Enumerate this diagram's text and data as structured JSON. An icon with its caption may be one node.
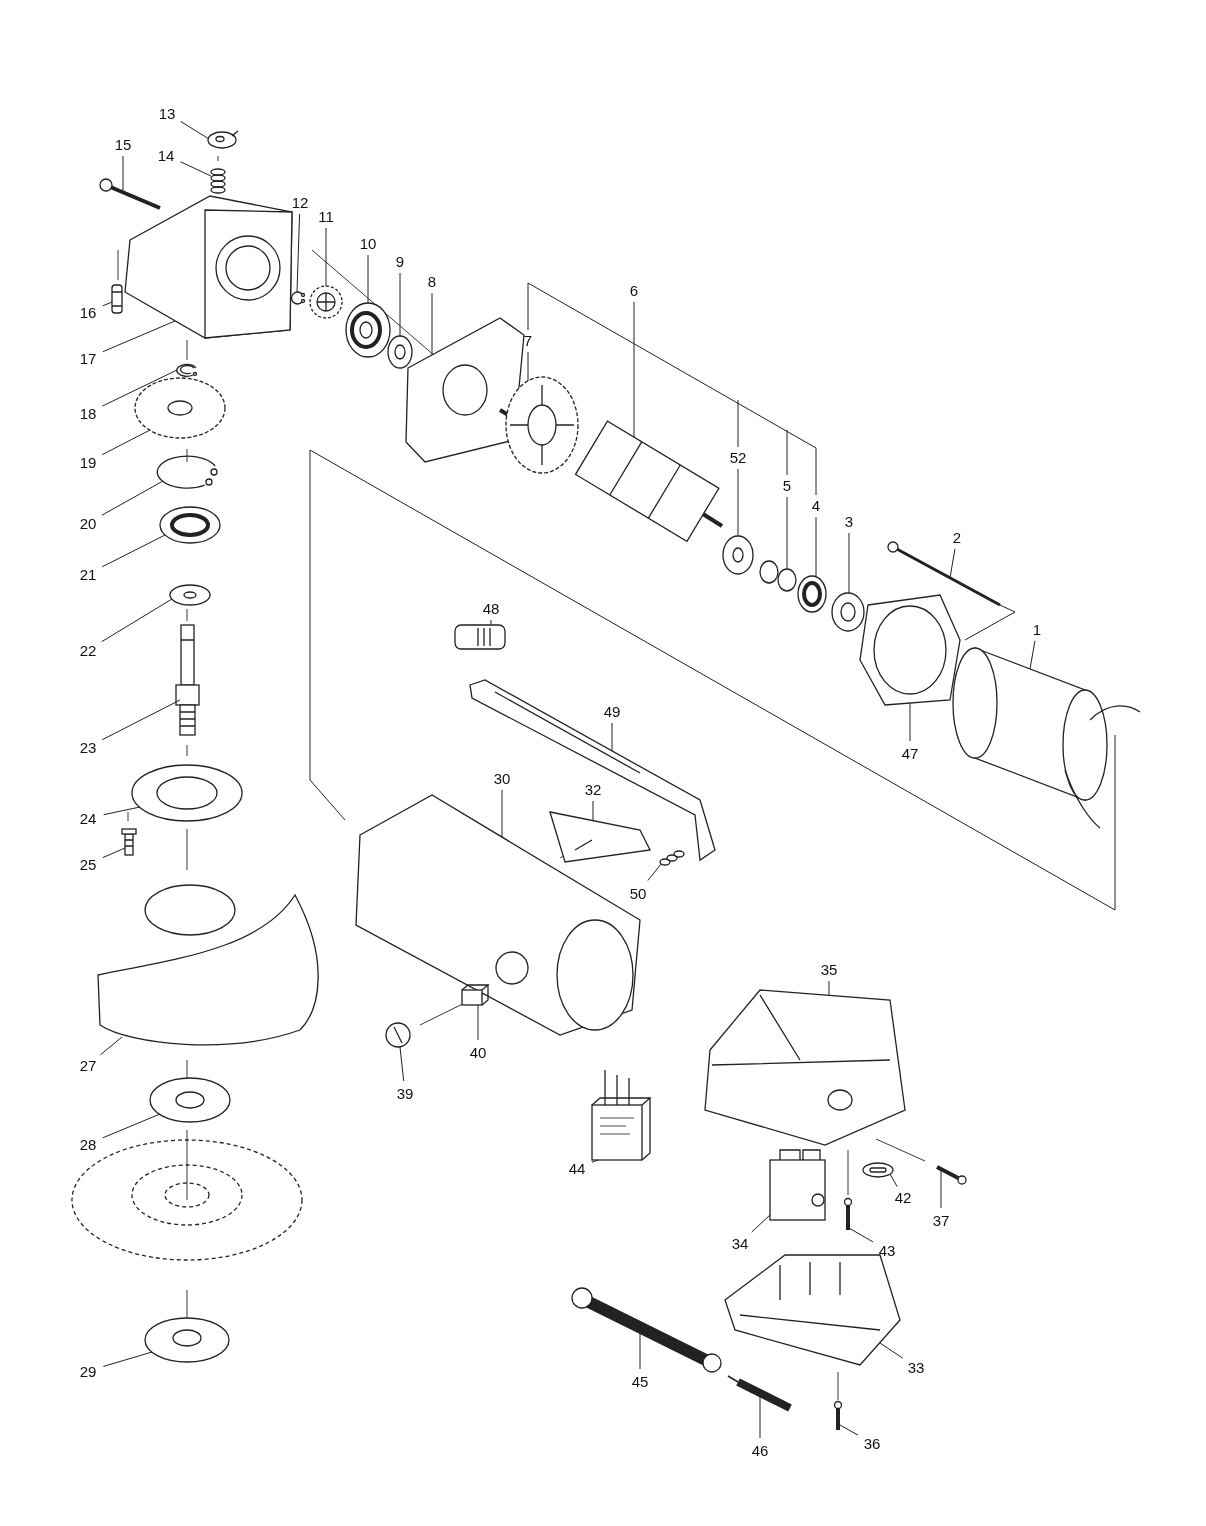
{
  "diagram": {
    "nodes": [
      {
        "text": [
          "13"
        ]
      },
      {
        "text": [
          "15"
        ]
      },
      {
        "text": [
          "14"
        ]
      },
      {
        "text": [
          "12"
        ]
      },
      {
        "text": [
          "11"
        ]
      },
      {
        "text": [
          "10"
        ]
      },
      {
        "text": [
          "9"
        ]
      },
      {
        "text": [
          "8"
        ]
      },
      {
        "text": [
          "6"
        ]
      },
      {
        "text": [
          "7"
        ]
      },
      {
        "text": [
          "16"
        ]
      },
      {
        "text": [
          "17"
        ]
      },
      {
        "text": [
          "18"
        ]
      },
      {
        "text": [
          "52"
        ]
      },
      {
        "text": [
          "19"
        ]
      },
      {
        "text": [
          "5"
        ]
      },
      {
        "text": [
          "4"
        ]
      },
      {
        "text": [
          "3"
        ]
      },
      {
        "text": [
          "2"
        ]
      },
      {
        "text": [
          "20"
        ]
      },
      {
        "text": [
          "21"
        ]
      },
      {
        "text": [
          "48"
        ]
      },
      {
        "text": [
          "1"
        ]
      },
      {
        "text": [
          "22"
        ]
      },
      {
        "text": [
          "49"
        ]
      },
      {
        "text": [
          "47"
        ]
      },
      {
        "text": [
          "30"
        ]
      },
      {
        "text": [
          "23"
        ]
      },
      {
        "text": [
          "32"
        ]
      },
      {
        "text": [
          "24"
        ]
      },
      {
        "text": [
          "25"
        ]
      },
      {
        "text": [
          "50"
        ]
      },
      {
        "text": [
          "35"
        ]
      },
      {
        "text": [
          "27"
        ]
      },
      {
        "text": [
          "40"
        ]
      },
      {
        "text": [
          "39"
        ]
      },
      {
        "text": [
          "28"
        ]
      },
      {
        "text": [
          "44"
        ]
      },
      {
        "text": [
          "42"
        ]
      },
      {
        "text": [
          "37"
        ]
      },
      {
        "text": [
          "34"
        ]
      },
      {
        "text": [
          "43"
        ]
      },
      {
        "text": [
          "33"
        ]
      },
      {
        "text": [
          "45"
        ]
      },
      {
        "text": [
          "36"
        ]
      },
      {
        "text": [
          "46"
        ]
      },
      {
        "text": [
          "29"
        ]
      },
      {
        "text": [],
        "shape": "picture"
      },
      {
        "text": [],
        "shape": "picture"
      },
      {
        "text": [],
        "shape": "picture"
      },
      {
        "text": [],
        "shape": "picture"
      },
      {
        "text": [],
        "shape": "picture"
      },
      {
        "text": [],
        "shape": "picture"
      },
      {
        "text": [],
        "shape": "picture"
      },
      {
        "text": [],
        "shape": "picture"
      },
      {
        "text": [],
        "shape": "picture"
      },
      {
        "text": [],
        "shape": "picture"
      },
      {
        "text": [],
        "shape": "picture"
      },
      {
        "text": [],
        "shape": "picture"
      },
      {
        "text": [],
        "shape": "picture"
      },
      {
        "text": [],
        "shape": "picture"
      },
      {
        "text": [],
        "shape": "picture"
      },
      {
        "text": [],
        "shape": "picture"
      },
      {
        "text": [],
        "shape": "picture"
      },
      {
        "text": [],
        "shape": "picture"
      },
      {
        "text": [],
        "shape": "picture"
      },
      {
        "text": [],
        "shape": "picture"
      },
      {
        "text": [],
        "shape": "picture"
      },
      {
        "text": [],
        "shape": "picture"
      },
      {
        "text": [],
        "shape": "picture"
      },
      {
        "text": [],
        "shape": "picture"
      },
      {
        "text": [],
        "shape": "picture"
      },
      {
        "text": [],
        "shape": "picture"
      },
      {
        "text": [],
        "shape": "picture"
      },
      {
        "text": [],
        "shape": "picture"
      },
      {
        "text": [],
        "shape": "picture"
      },
      {
        "text": [],
        "shape": "picture"
      },
      {
        "text": [],
        "shape": "picture"
      },
      {
        "text": [],
        "shape": "picture"
      },
      {
        "text": [],
        "shape": "picture"
      },
      {
        "text": [],
        "shape": "picture"
      },
      {
        "text": [],
        "shape": "picture"
      },
      {
        "text": [],
        "shape": "picture"
      },
      {
        "text": [],
        "shape": "picture"
      },
      {
        "text": [],
        "shape": "picture"
      },
      {
        "text": [],
        "shape": "picture"
      },
      {
        "text": [],
        "shape": "picture"
      },
      {
        "text": [],
        "shape": "picture"
      },
      {
        "text": [],
        "shape": "picture"
      },
      {
        "text": [],
        "shape": "picture"
      },
      {
        "text": [],
        "shape": "picture"
      },
      {
        "text": [],
        "shape": "picture"
      },
      {
        "text": [],
        "shape": "picture"
      },
      {
        "text": [],
        "shape": "picture"
      }
    ],
    "edges": [
      {
        "from": 0,
        "to": 47,
        "arrow": "none"
      },
      {
        "from": 1,
        "to": 48,
        "arrow": "none"
      },
      {
        "from": 2,
        "to": 49,
        "arrow": "none"
      },
      {
        "from": 3,
        "to": 50,
        "arrow": "none"
      },
      {
        "from": 4,
        "to": 51,
        "arrow": "none"
      },
      {
        "from": 5,
        "to": 52,
        "arrow": "none"
      },
      {
        "from": 6,
        "to": 53,
        "arrow": "none"
      },
      {
        "from": 7,
        "to": 54,
        "arrow": "none"
      },
      {
        "from": 8,
        "to": 55,
        "arrow": "none"
      },
      {
        "from": 9,
        "to": 56,
        "arrow": "none"
      },
      {
        "from": 10,
        "to": 57,
        "arrow": "none"
      },
      {
        "from": 11,
        "to": 58,
        "arrow": "none"
      },
      {
        "from": 12,
        "to": 59,
        "arrow": "none"
      },
      {
        "from": 13,
        "to": 60,
        "arrow": "none"
      },
      {
        "from": 14,
        "to": 61,
        "arrow": "none"
      },
      {
        "from": 15,
        "to": 62,
        "arrow": "none"
      },
      {
        "from": 16,
        "to": 63,
        "arrow": "none"
      },
      {
        "from": 17,
        "to": 64,
        "arrow": "none"
      },
      {
        "from": 18,
        "to": 65,
        "arrow": "none"
      },
      {
        "from": 19,
        "to": 66,
        "arrow": "none"
      },
      {
        "from": 20,
        "to": 67,
        "arrow": "none"
      },
      {
        "from": 21,
        "to": 68,
        "arrow": "none"
      },
      {
        "from": 22,
        "to": 69,
        "arrow": "none"
      },
      {
        "from": 23,
        "to": 70,
        "arrow": "none"
      },
      {
        "from": 24,
        "to": 71,
        "arrow": "none"
      },
      {
        "from": 25,
        "to": 72,
        "arrow": "none"
      },
      {
        "from": 26,
        "to": 73,
        "arrow": "none"
      },
      {
        "from": 27,
        "to": 74,
        "arrow": "none"
      },
      {
        "from": 28,
        "to": 75,
        "arrow": "none"
      },
      {
        "from": 29,
        "to": 76,
        "arrow": "none"
      },
      {
        "from": 30,
        "to": 77,
        "arrow": "none"
      },
      {
        "from": 31,
        "to": 78,
        "arrow": "none"
      },
      {
        "from": 32,
        "to": 79,
        "arrow": "none"
      },
      {
        "from": 33,
        "to": 80,
        "arrow": "none"
      },
      {
        "from": 34,
        "to": 81,
        "arrow": "none"
      },
      {
        "from": 35,
        "to": 82,
        "arrow": "none"
      },
      {
        "from": 36,
        "to": 83,
        "arrow": "none"
      },
      {
        "from": 37,
        "to": 84,
        "arrow": "none"
      },
      {
        "from": 38,
        "to": 85,
        "arrow": "none"
      },
      {
        "from": 39,
        "to": 86,
        "arrow": "none"
      },
      {
        "from": 40,
        "to": 87,
        "arrow": "none"
      },
      {
        "from": 41,
        "to": 88,
        "arrow": "none"
      },
      {
        "from": 42,
        "to": 89,
        "arrow": "none"
      },
      {
        "from": 43,
        "to": 90,
        "arrow": "none"
      },
      {
        "from": 44,
        "to": 91,
        "arrow": "none"
      },
      {
        "from": 45,
        "to": 92,
        "arrow": "none"
      },
      {
        "from": 46,
        "to": 93,
        "arrow": "none"
      }
    ]
  }
}
